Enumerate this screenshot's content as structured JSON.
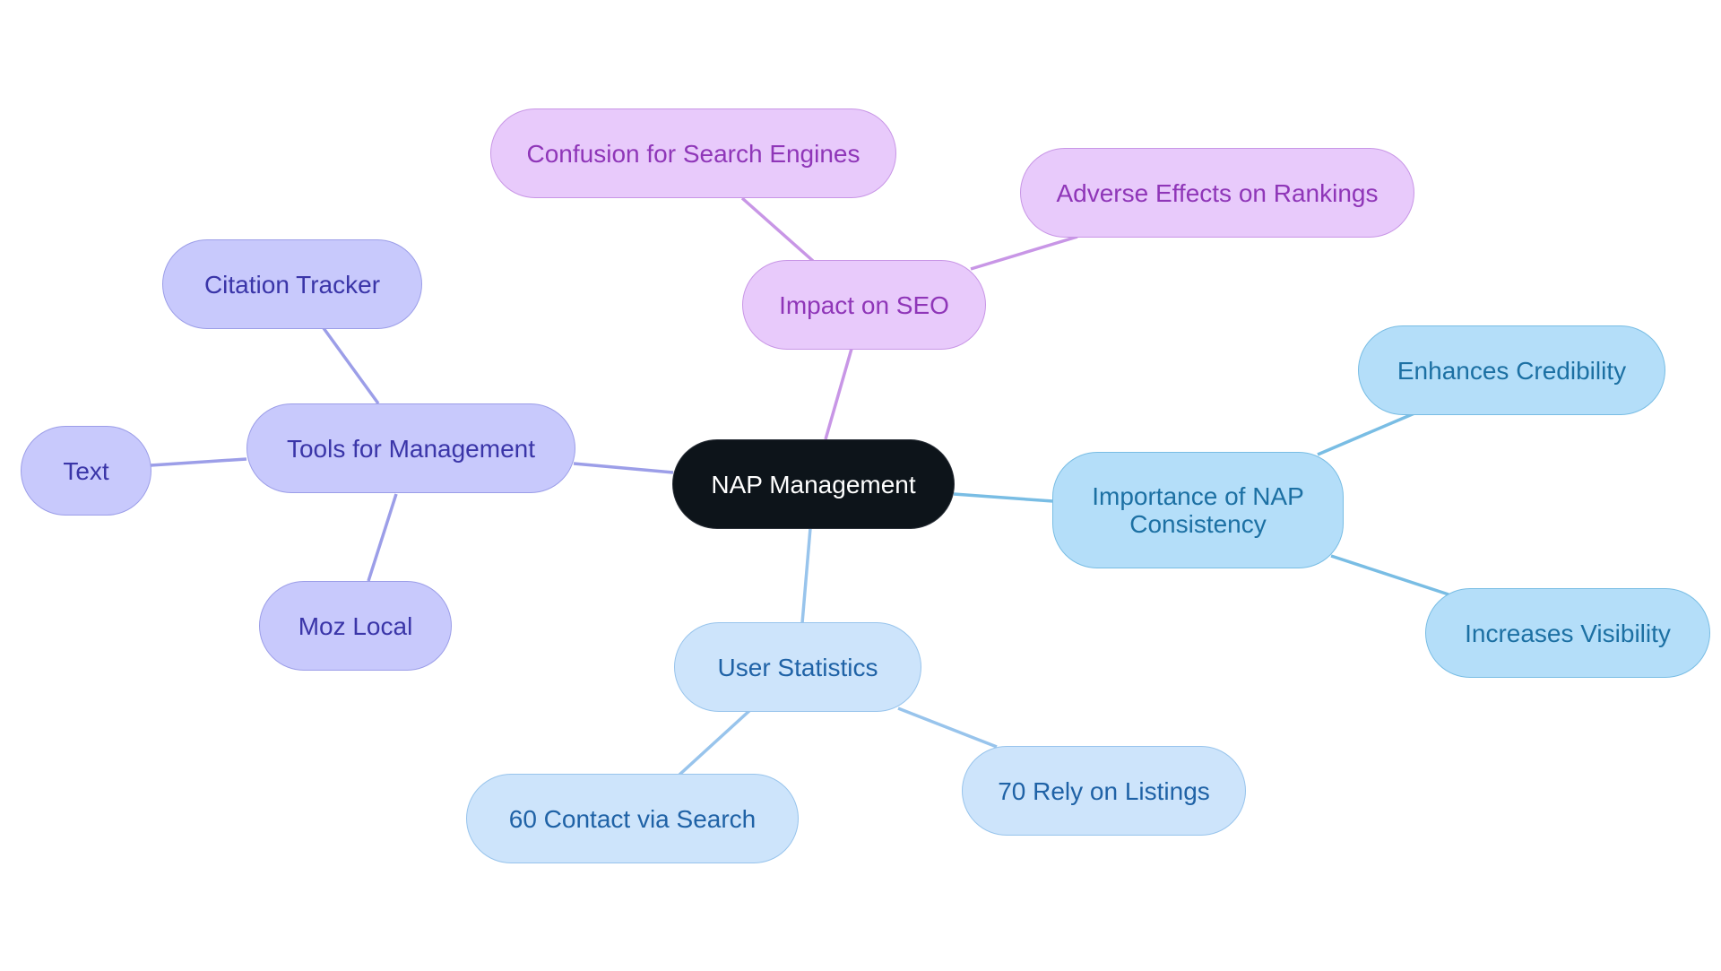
{
  "diagram": {
    "type": "mindmap",
    "root": {
      "label": "NAP Management",
      "color": "#0d141a"
    },
    "branches": [
      {
        "label": "Impact on SEO",
        "color": "#e8cafb",
        "children": [
          "Confusion for Search Engines",
          "Adverse Effects on Rankings"
        ]
      },
      {
        "label": "Importance of NAP Consistency",
        "color": "#b4def9",
        "children": [
          "Enhances Credibility",
          "Increases Visibility"
        ]
      },
      {
        "label": "User Statistics",
        "color": "#cde4fb",
        "children": [
          "60 Contact via Search",
          "70 Rely on Listings"
        ]
      },
      {
        "label": "Tools for Management",
        "color": "#c8c9fc",
        "children": [
          "Citation Tracker",
          "Text",
          "Moz Local"
        ]
      }
    ]
  }
}
